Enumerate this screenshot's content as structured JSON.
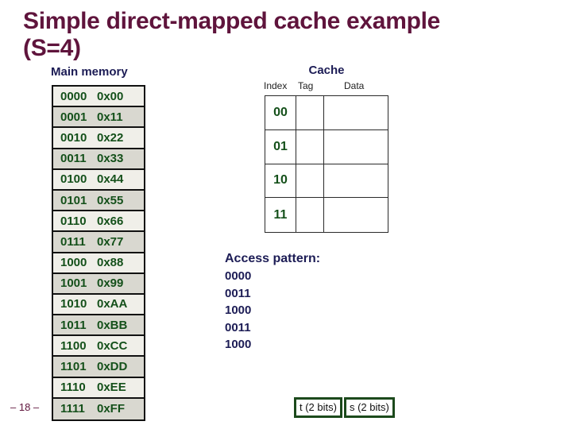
{
  "slide": {
    "title_line1": "Simple direct-mapped cache example",
    "title_line2": "(S=4)",
    "page_number": "– 18 –"
  },
  "main_memory": {
    "label": "Main memory",
    "rows": [
      {
        "address": "0000",
        "value": "0x00"
      },
      {
        "address": "0001",
        "value": "0x11"
      },
      {
        "address": "0010",
        "value": "0x22"
      },
      {
        "address": "0011",
        "value": "0x33"
      },
      {
        "address": "0100",
        "value": "0x44"
      },
      {
        "address": "0101",
        "value": "0x55"
      },
      {
        "address": "0110",
        "value": "0x66"
      },
      {
        "address": "0111",
        "value": "0x77"
      },
      {
        "address": "1000",
        "value": "0x88"
      },
      {
        "address": "1001",
        "value": "0x99"
      },
      {
        "address": "1010",
        "value": "0xAA"
      },
      {
        "address": "1011",
        "value": "0xBB"
      },
      {
        "address": "1100",
        "value": "0xCC"
      },
      {
        "address": "1101",
        "value": "0xDD"
      },
      {
        "address": "1110",
        "value": "0xEE"
      },
      {
        "address": "1111",
        "value": "0xFF"
      }
    ]
  },
  "cache": {
    "label": "Cache",
    "columns": [
      "Index",
      "Tag",
      "Data"
    ],
    "rows": [
      {
        "index": "00",
        "tag": "",
        "data": ""
      },
      {
        "index": "01",
        "tag": "",
        "data": ""
      },
      {
        "index": "10",
        "tag": "",
        "data": ""
      },
      {
        "index": "11",
        "tag": "",
        "data": ""
      }
    ]
  },
  "access_pattern": {
    "label": "Access pattern:",
    "addresses": [
      "0000",
      "0011",
      "1000",
      "0011",
      "1000"
    ]
  },
  "address_fields": {
    "tag": "t (2 bits)",
    "set": "s (2 bits)"
  },
  "colors": {
    "title_maroon": "#5f143c",
    "navy": "#1c1c55",
    "memory_green": "#14501a",
    "box_border_green": "#1c4a1c",
    "row_light": "#f0efe9",
    "row_dark": "#d9d8d0"
  }
}
